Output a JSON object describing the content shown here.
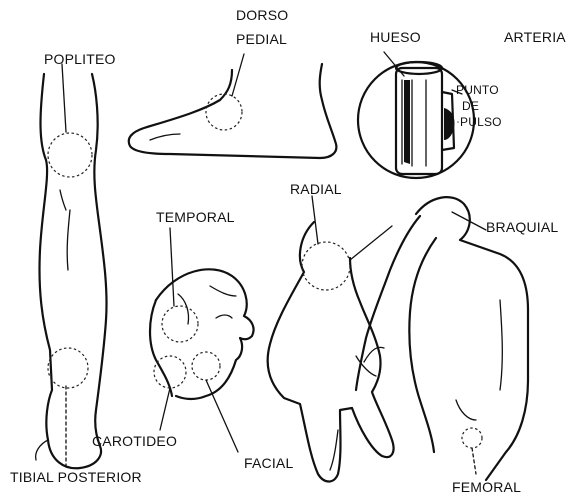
{
  "labels": {
    "dorso": "DORSO",
    "pedial": "PEDIAL",
    "hueso": "HUESO",
    "arteria": "ARTERIA",
    "popliteo": "POPLITEO",
    "punto": "PUNTO",
    "de": "DE",
    "pulso": "PULSO",
    "radial": "RADIAL",
    "temporal": "TEMPORAL",
    "braquial": "BRAQUIAL",
    "carotideo": "CAROTIDEO",
    "facial": "FACIAL",
    "tibial_posterior": "TIBIAL POSTERIOR",
    "femoral": "FEMORAL"
  },
  "colors": {
    "ink": "#111111",
    "background": "#ffffff"
  }
}
